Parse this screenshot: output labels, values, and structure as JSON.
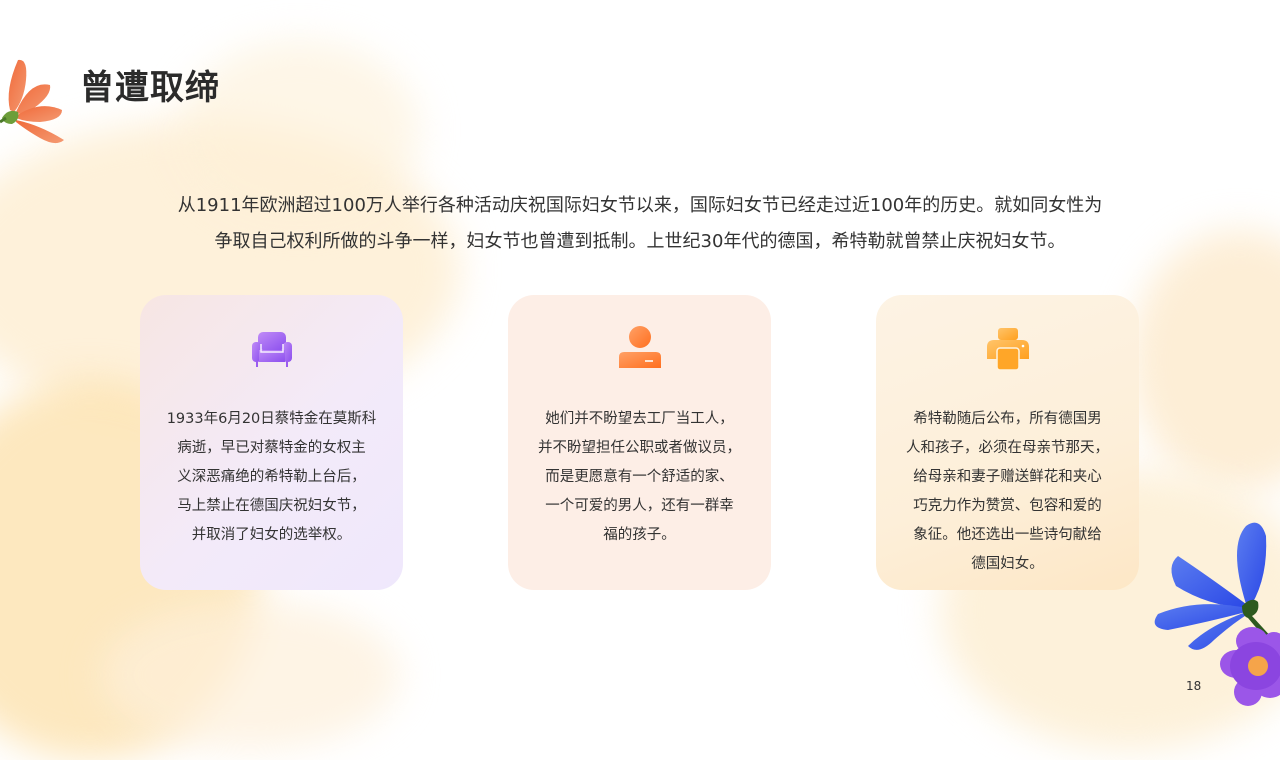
{
  "slide": {
    "title": "曾遭取缔",
    "page_number": "18",
    "intro_lines": [
      "从1911年欧洲超过100万人举行各种活动庆祝国际妇女节以来，国际妇女节已经走过近100年的历史。就如同女性为",
      "争取自己权利所做的斗争一样，妇女节也曾遭到抵制。上世纪30年代的德国，希特勒就曾禁止庆祝妇女节。"
    ],
    "decorations": {
      "top_left": "orange-flower-icon",
      "bottom_right": "blue-purple-flowers-icon"
    },
    "colors": {
      "title": "#2b2b2b",
      "text": "#333333",
      "card1_icon": "#9b5cf0",
      "card2_icon": "#ff7d2e",
      "card3_icon": "#ffa628"
    }
  },
  "cards": [
    {
      "icon": "sofa-icon",
      "lines": [
        "1933年6月20日蔡特金在莫斯科",
        "病逝，早已对蔡特金的女权主",
        "义深恶痛绝的希特勒上台后，",
        "马上禁止在德国庆祝妇女节，",
        "并取消了妇女的选举权。"
      ]
    },
    {
      "icon": "user-icon",
      "lines": [
        "她们并不盼望去工厂当工人，",
        "并不盼望担任公职或者做议员，",
        "而是更愿意有一个舒适的家、",
        "一个可爱的男人，还有一群幸",
        "福的孩子。"
      ]
    },
    {
      "icon": "printer-icon",
      "lines": [
        "希特勒随后公布，所有德国男",
        "人和孩子，必须在母亲节那天，",
        "给母亲和妻子赠送鲜花和夹心",
        "巧克力作为赞赏、包容和爱的",
        "象征。他还选出一些诗句献给",
        "德国妇女。"
      ]
    }
  ]
}
